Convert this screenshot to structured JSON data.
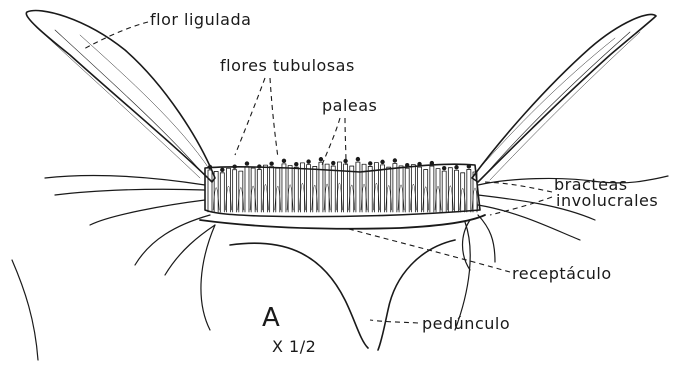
{
  "labels": {
    "flor_ligulada": "flor ligulada",
    "flores_tubulosas": "flores tubulosas",
    "paleas": "paleas",
    "bracteas_line1": "bracteas",
    "bracteas_line2": "involucrales",
    "receptaculo": "receptáculo",
    "pedunculo": "pedúnculo"
  },
  "figure": {
    "letter": "A",
    "scale": "X 1/2"
  }
}
